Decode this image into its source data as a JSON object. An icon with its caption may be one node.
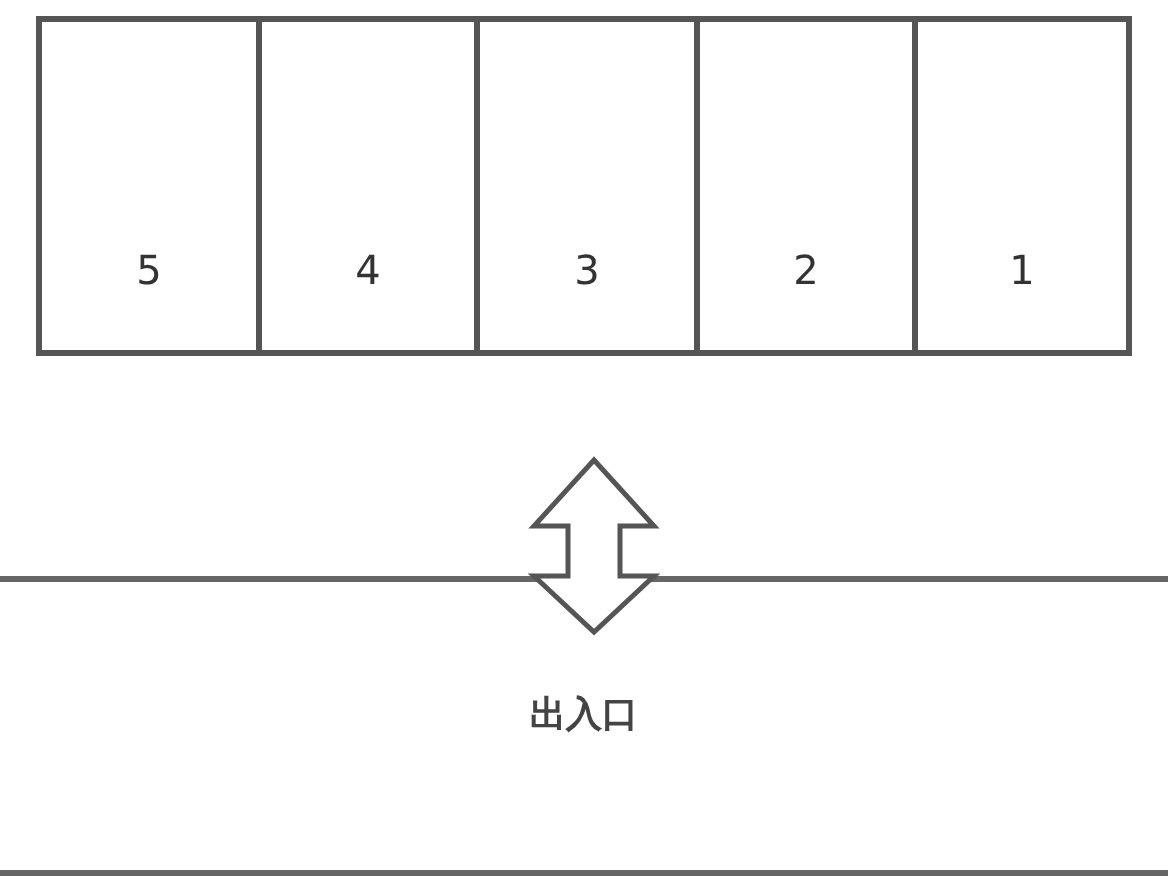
{
  "diagram": {
    "nodes": [
      {
        "text": [],
        "shape": "box"
      },
      {
        "text": [
          "5"
        ],
        "in": 0
      },
      {
        "text": [
          "4"
        ],
        "in": 0
      },
      {
        "text": [
          "3"
        ],
        "in": 0
      },
      {
        "text": [
          "2"
        ],
        "in": 0
      },
      {
        "text": [
          "1"
        ],
        "in": 0
      },
      {
        "text": [
          "出入口"
        ]
      }
    ],
    "edges": [
      {
        "from": 0,
        "to": 6,
        "arrow": "both"
      }
    ]
  }
}
